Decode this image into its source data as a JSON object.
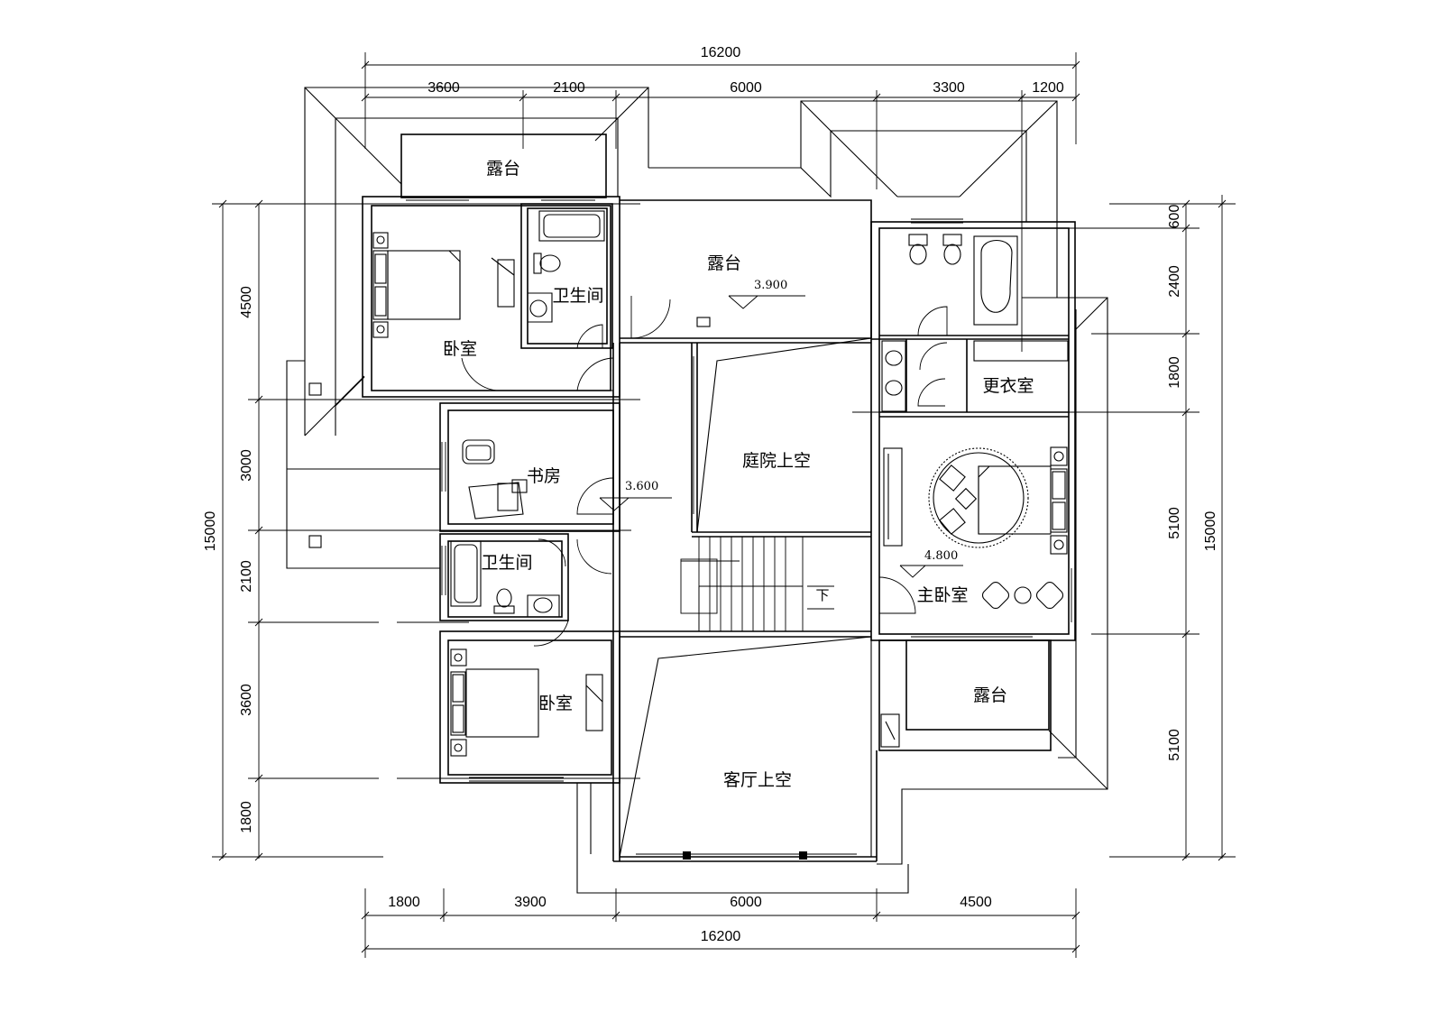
{
  "dimensions": {
    "top": {
      "total": "16200",
      "segments": [
        "3600",
        "2100",
        "6000",
        "3300",
        "1200"
      ]
    },
    "bottom": {
      "total": "16200",
      "segments": [
        "1800",
        "3900",
        "6000",
        "4500"
      ]
    },
    "left": {
      "total": "15000",
      "segments": [
        "4500",
        "3000",
        "2100",
        "3600",
        "1800"
      ]
    },
    "right": {
      "total": "15000",
      "segments": [
        "600",
        "2400",
        "1800",
        "5100",
        "5100"
      ]
    }
  },
  "rooms": {
    "terrace_top_left": "露台",
    "terrace_top_center": "露台",
    "bathroom_top": "卫生间",
    "bedroom_top": "卧室",
    "study": "书房",
    "courtyard_void": "庭院上空",
    "dressing_room": "更衣室",
    "master_bedroom": "主卧室",
    "bathroom_lower": "卫生间",
    "bedroom_lower": "卧室",
    "terrace_right": "露台",
    "living_void": "客厅上空",
    "stair_mark": "下"
  },
  "levels": {
    "terrace": "3.900",
    "hall": "3.600",
    "master": "4.800"
  }
}
